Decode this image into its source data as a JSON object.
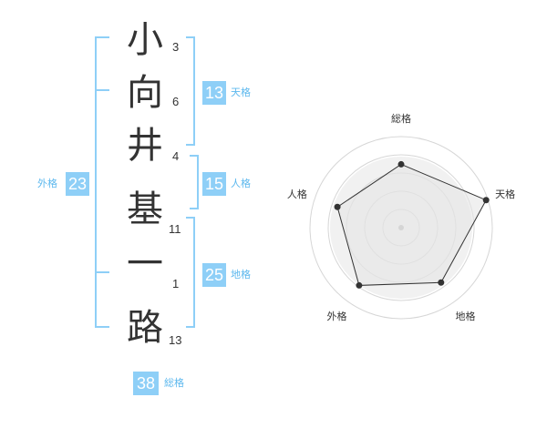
{
  "name": {
    "chars": [
      {
        "char": "小",
        "strokes": "3"
      },
      {
        "char": "向",
        "strokes": "6"
      },
      {
        "char": "井",
        "strokes": "4"
      },
      {
        "char": "基",
        "strokes": "11"
      },
      {
        "char": "一",
        "strokes": "1"
      },
      {
        "char": "路",
        "strokes": "13"
      }
    ]
  },
  "kakusu": {
    "tenkaku": {
      "value": "13",
      "label": "天格"
    },
    "jinkaku": {
      "value": "15",
      "label": "人格"
    },
    "chikaku": {
      "value": "25",
      "label": "地格"
    },
    "gaikaku": {
      "value": "23",
      "label": "外格"
    },
    "soukaku": {
      "value": "38",
      "label": "総格"
    }
  },
  "colors": {
    "accent": "#8ecff7",
    "label_text": "#5cb8ee",
    "text": "#333333"
  },
  "chart_data": {
    "type": "radar",
    "axes": [
      "総格",
      "天格",
      "地格",
      "外格",
      "人格"
    ],
    "values": [
      0.71,
      1.0,
      0.76,
      0.8,
      0.75
    ],
    "rings": 4,
    "grid": true
  }
}
